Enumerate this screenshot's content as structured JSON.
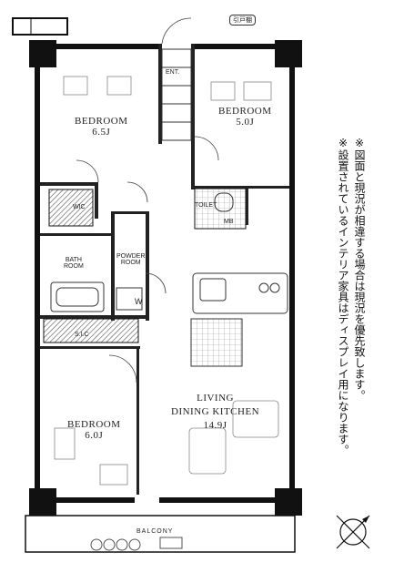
{
  "rooms": {
    "bedroom_nw": {
      "label": "BEDROOM",
      "size": "6.5J"
    },
    "bedroom_ne": {
      "label": "BEDROOM",
      "size": "5.0J"
    },
    "bedroom_sw": {
      "label": "BEDROOM",
      "size": "6.0J"
    },
    "ldk": {
      "line1": "LIVING",
      "line2": "DINING KITCHEN",
      "size": "14.9J"
    },
    "entrance": "ENT.",
    "bath": {
      "line1": "BATH",
      "line2": "ROOM"
    },
    "powder": {
      "line1": "POWDER",
      "line2": "ROOM"
    },
    "toilet": "TOILET",
    "balcony": "BALCONY",
    "washer": "W",
    "closet_wic": "WIC",
    "closet_sic": "S.I.C",
    "closet_mb": "MB"
  },
  "top_tag": "引戸棚",
  "notes": [
    "※図面と現況が相違する場合は現況を優先致します。",
    "※設置されているインテリア家具はディスプレイ用になります。"
  ],
  "colors": {
    "wall": "#111111",
    "hatch": "#555555",
    "background": "#ffffff"
  }
}
